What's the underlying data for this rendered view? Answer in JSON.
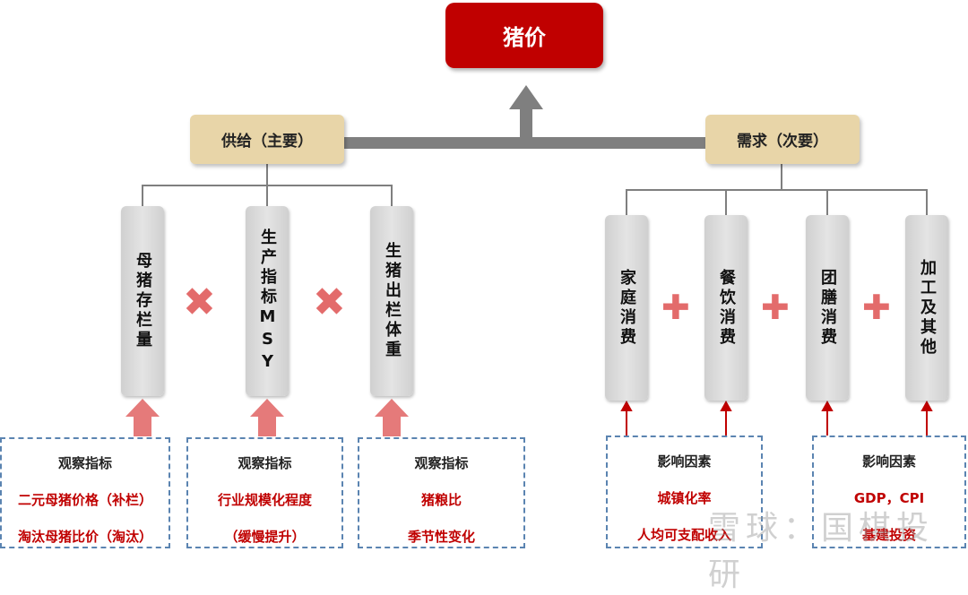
{
  "title": "猪价",
  "supply": {
    "label": "供给（主要）",
    "pillars": [
      "母猪存栏量",
      "生产指标MSY",
      "生猪出栏体重"
    ],
    "operator": "✖",
    "boxes": [
      {
        "heading": "观察指标",
        "items": [
          "二元母猪价格（补栏）",
          "淘汰母猪比价（淘汰）"
        ]
      },
      {
        "heading": "观察指标",
        "items": [
          "行业规模化程度",
          "（缓慢提升）"
        ]
      },
      {
        "heading": "观察指标",
        "items": [
          "猪粮比",
          "季节性变化"
        ]
      }
    ]
  },
  "demand": {
    "label": "需求（次要）",
    "pillars": [
      "家庭消费",
      "餐饮消费",
      "团膳消费",
      "加工及其他"
    ],
    "operator": "✚",
    "boxes": [
      {
        "heading": "影响因素",
        "items": [
          "城镇化率",
          "人均可支配收入"
        ]
      },
      {
        "heading": "影响因素",
        "items": [
          "GDP，CPI",
          "基建投资"
        ]
      }
    ]
  },
  "watermark": "雪球：国棋投研",
  "colors": {
    "title_bg": "#c00000",
    "category_bg": "#e8d5a8",
    "accent_red": "#c00000",
    "operator": "#e36b6b"
  }
}
